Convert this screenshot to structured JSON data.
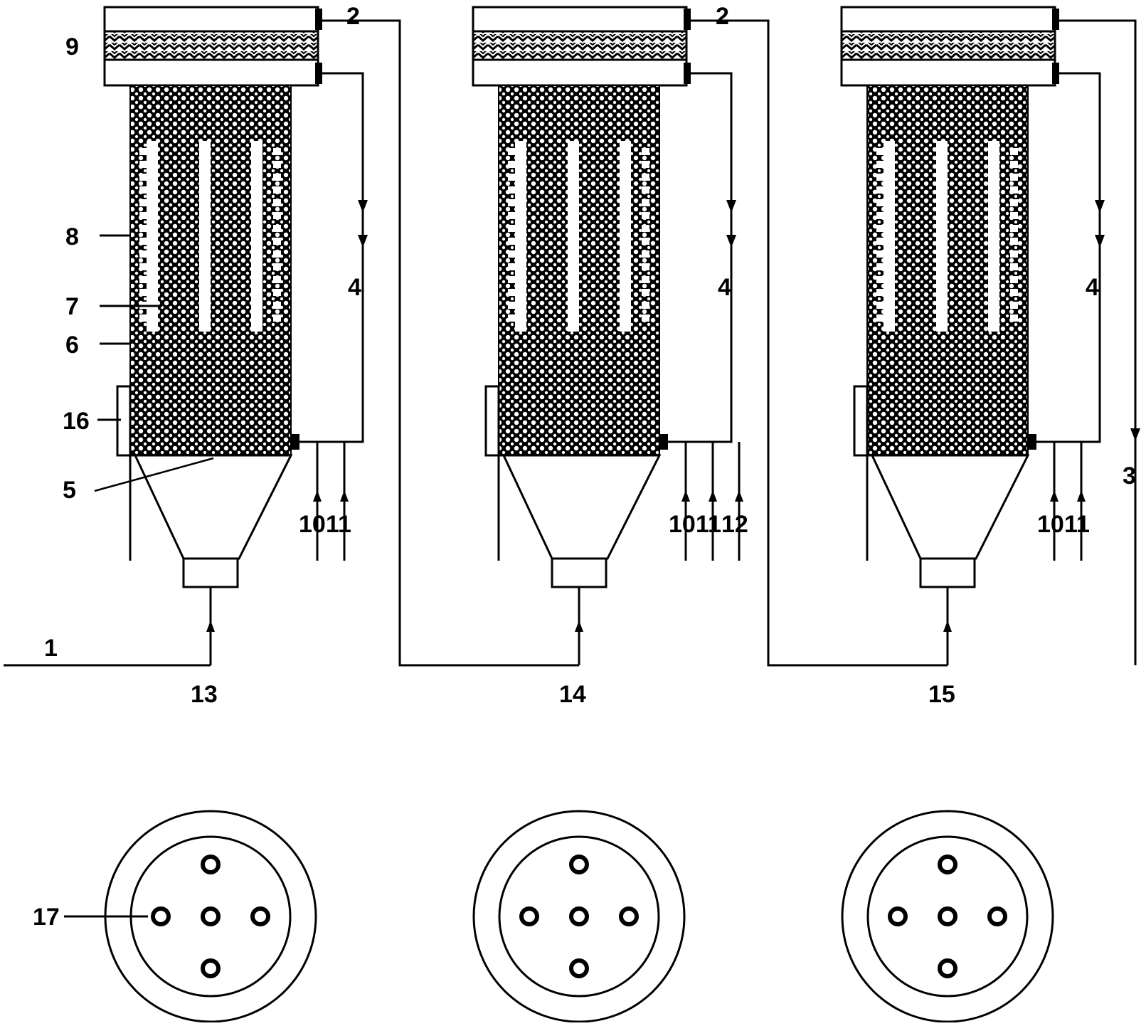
{
  "diagram": {
    "colors": {
      "ink": "#000000",
      "paper": "#ffffff"
    },
    "labels": {
      "feed_line": "1",
      "outlet": "2",
      "discharge": "3",
      "recycle": "4",
      "distributor": "5",
      "packing": "6",
      "electrode_rod": "7",
      "electrode_tube": "8",
      "top_filter": "9",
      "inlet_10": "10",
      "inlet_11": "11",
      "inlet_12": "12",
      "reactor_1": "13",
      "reactor_2": "14",
      "reactor_3": "15",
      "side_window": "16",
      "electrode_hole": "17"
    }
  }
}
